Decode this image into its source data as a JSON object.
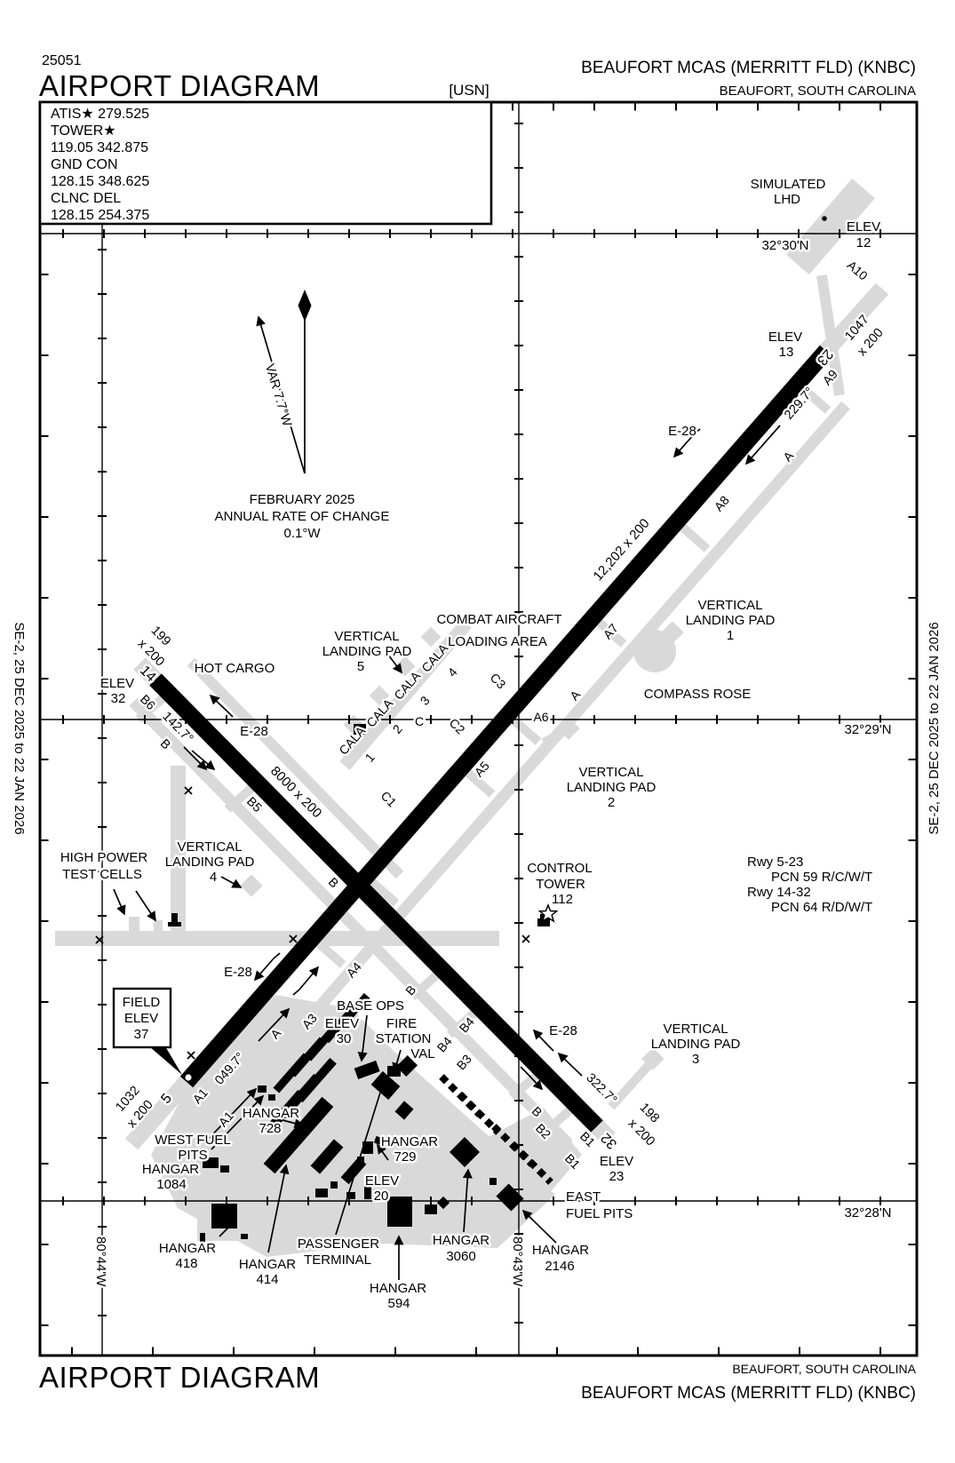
{
  "header": {
    "chart_number": "25051",
    "title": "AIRPORT DIAGRAM",
    "org": "[USN]",
    "airport": "BEAUFORT MCAS (MERRITT FLD)  (KNBC)",
    "city": "BEAUFORT, SOUTH CAROLINA"
  },
  "footer": {
    "title": "AIRPORT DIAGRAM",
    "airport": "BEAUFORT MCAS (MERRITT FLD)  (KNBC)",
    "city": "BEAUFORT, SOUTH CAROLINA"
  },
  "margin": {
    "edition": "SE-2,  25 DEC 2025  to  22 JAN 2026"
  },
  "comm": {
    "l1": "ATIS★ 279.525",
    "l2": "TOWER★",
    "l3": "119.05  342.875",
    "l4": "GND CON",
    "l5": "128.15  348.625",
    "l6": "CLNC DEL",
    "l7": "128.15  254.375"
  },
  "grid": {
    "lat30": "32°30'N",
    "lat29": "32°29'N",
    "lat28": "32°28'N",
    "lon44": "80°44'W",
    "lon43": "80°43'W"
  },
  "variation": {
    "var": "VAR 7.7°W",
    "l1": "FEBRUARY 2025",
    "l2": "ANNUAL RATE OF CHANGE",
    "l3": "0.1°W"
  },
  "runways": {
    "r523": {
      "dim": "12,202 x 200",
      "num5": "5",
      "num23": "23",
      "hdg5": "049.7°",
      "hdg23": "229.7°",
      "ovr23a": "1047",
      "ovr23b": "x 200",
      "ovr5a": "1032",
      "ovr5b": "x 200"
    },
    "r1432": {
      "dim": "8000 x 200",
      "num14": "14",
      "num32": "32",
      "hdg14": "142.7°",
      "hdg32": "322.7°",
      "ovr14a": "199",
      "ovr14b": "x 200",
      "ovr32a": "198",
      "ovr32b": "x 200"
    },
    "pcn": {
      "l1": "Rwy 5-23",
      "l2": "PCN 59 R/C/W/T",
      "l3": "Rwy 14-32",
      "l4": "PCN 64 R/D/W/T"
    }
  },
  "elev": {
    "label": "ELEV",
    "e12": "12",
    "e13": "13",
    "e32": "32",
    "e23": "23",
    "e30": "30",
    "e20": "20",
    "field": {
      "l1": "FIELD",
      "l2": "ELEV",
      "l3": "37"
    }
  },
  "taxiways": {
    "a": "A",
    "a1": "A1",
    "a3": "A3",
    "a4": "A4",
    "a5": "A5",
    "a6": "A6",
    "a7": "A7",
    "a8": "A8",
    "a9": "A9",
    "a10": "A10",
    "b": "B",
    "b1": "B1",
    "b2": "B2",
    "b3": "B3",
    "b4": "B4",
    "b5": "B5",
    "b6": "B6",
    "c": "C",
    "c1": "C1",
    "c2": "C2",
    "c3": "C3",
    "cala": "CALA",
    "n1": "1",
    "n2": "2",
    "n3": "3",
    "n4": "4"
  },
  "labels": {
    "simulated_l1": "SIMULATED",
    "simulated_l2": "LHD",
    "hot_cargo": "HOT CARGO",
    "combat_l1": "COMBAT AIRCRAFT",
    "combat_l2": "LOADING AREA",
    "compass_rose": "COMPASS ROSE",
    "vlp_l1": "VERTICAL",
    "vlp_l2": "LANDING PAD",
    "vlp1": "1",
    "vlp2": "2",
    "vlp3": "3",
    "vlp4": "4",
    "vlp5": "5",
    "control_l1": "CONTROL",
    "control_l2": "TOWER",
    "control_elev": "112",
    "hptc_l1": "HIGH POWER",
    "hptc_l2": "TEST CELLS",
    "e28": "E-28",
    "base_ops": "BASE OPS",
    "fire_l1": "FIRE",
    "fire_l2": "STATION",
    "val": "VAL",
    "hangar": "HANGAR",
    "h728": "728",
    "h729": "729",
    "h1084": "1084",
    "h418": "418",
    "h414": "414",
    "h594": "594",
    "h3060": "3060",
    "h2146": "2146",
    "west_l1": "WEST FUEL",
    "west_l2": "PITS",
    "east_l1": "EAST",
    "east_l2": "FUEL PITS",
    "passenger_l1": "PASSENGER",
    "passenger_l2": "TERMINAL"
  }
}
